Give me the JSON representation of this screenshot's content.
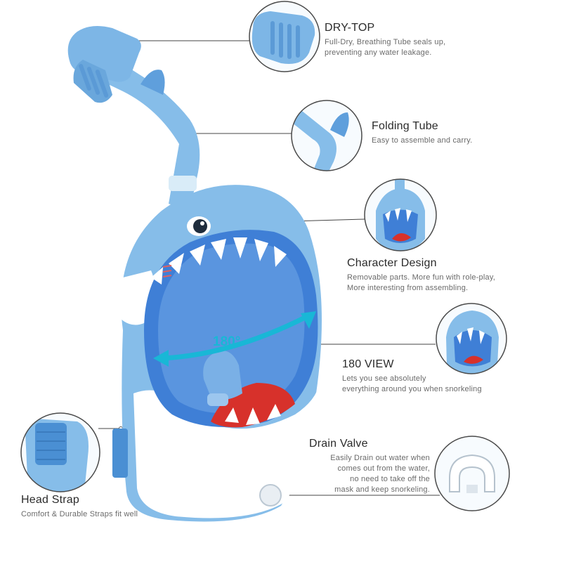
{
  "colors": {
    "mask_blue": "#7fb8e6",
    "mask_blue_dark": "#4f8fcf",
    "lens_blue": "#3f7fd6",
    "white": "#ffffff",
    "shark_red": "#d7312b",
    "arrow_cyan": "#19b7d6",
    "line": "#444444"
  },
  "view_angle_label": "180°",
  "features": [
    {
      "id": "dry-top",
      "title": "DRY-TOP",
      "desc": [
        "Full-Dry, Breathing Tube seals up,",
        "preventing any water leakage."
      ],
      "icon": "tube-top-closeup"
    },
    {
      "id": "folding-tube",
      "title": "Folding Tube",
      "desc": [
        "Easy to assemble and carry."
      ],
      "icon": "folding-tube-closeup"
    },
    {
      "id": "character-design",
      "title": "Character Design",
      "desc": [
        "Removable parts. More fun with role-play,",
        "More interesting from assembling."
      ],
      "icon": "shark-mask-closeup"
    },
    {
      "id": "view-180",
      "title": "180 VIEW",
      "desc": [
        "Lets you see absolutely",
        "everything around you when snorkeling"
      ],
      "icon": "shark-mask-front-closeup"
    },
    {
      "id": "drain-valve",
      "title": "Drain Valve",
      "desc": [
        "Easily Drain out water when",
        "comes out from the water,",
        "no need to take off the",
        "mask and keep snorkeling."
      ],
      "icon": "drain-valve-closeup"
    },
    {
      "id": "head-strap",
      "title": "Head Strap",
      "desc": [
        "Comfort & Durable Straps fit well"
      ],
      "icon": "head-strap-closeup"
    }
  ]
}
